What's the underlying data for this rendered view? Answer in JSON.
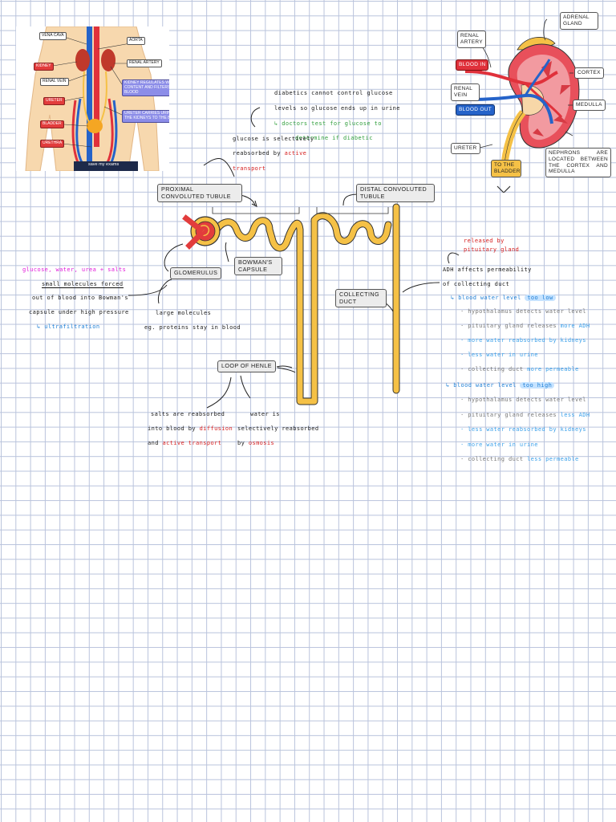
{
  "body_diagram": {
    "labels": {
      "vena_cava": "VENA CAVA",
      "aorta": "AORTA",
      "kidney": "KIDNEY",
      "renal_artery": "RENAL ARTERY",
      "renal_vein": "RENAL VEIN",
      "ureter": "URETER",
      "bladder": "BLADDER",
      "urethra": "URETHRA",
      "kidney_note": "KIDNEY REGULATES WATER CONTENT AND FILTERS BLOOD",
      "ureter_note": "URETER CARRIES URINE FROM THE KIDNEYS TO THE BLADDER",
      "watermark": "save my exams"
    }
  },
  "kidney_diagram": {
    "labels": {
      "adrenal_gland": "ADRENAL GLAND",
      "renal_artery": "RENAL ARTERY",
      "blood_in": "BLOOD IN",
      "renal_vein": "RENAL VEIN",
      "blood_out": "BLOOD OUT",
      "cortex": "CORTEX",
      "medulla": "MEDULLA",
      "ureter": "URETER",
      "to_bladder": "TO THE BLADDER",
      "nephrons": "NEPHRONS ARE LOCATED BETWEEN THE CORTEX AND MEDULLA"
    }
  },
  "nephron": {
    "labels": {
      "pct": "PROXIMAL CONVOLUTED TUBULE",
      "dct": "DISTAL CONVOLUTED TUBULE",
      "bowmans": "BOWMAN'S CAPSULE",
      "glomerulus": "GLOMERULUS",
      "collecting_duct": "COLLECTING DUCT",
      "loop": "LOOP OF HENLE"
    }
  },
  "notes": {
    "diabetics": {
      "line1": "diabetics cannot control glucose",
      "line2": "levels so glucose ends up in urine",
      "line3_arrow": "↳",
      "line3": "doctors test for glucose to",
      "line4": "determine if diabetic"
    },
    "pct": {
      "l1": "glucose is selectively",
      "l2a": "reabsorbed by ",
      "l2b": "active",
      "l3": "transport"
    },
    "glomerulus": {
      "l1": "glucose, water, urea + salts",
      "l2": "small molecules forced",
      "l3": "out of blood into Bowman's",
      "l4": "capsule under high pressure",
      "l5_arrow": "↳",
      "l5": "ultrafiltration",
      "large1": "large molecules",
      "large2": "eg. proteins stay in blood"
    },
    "adh": {
      "released1": "released by",
      "released2": "pituitary gland",
      "l1": "ADH affects permeability",
      "l2": "of collecting duct",
      "low_arrow": "↳",
      "low_a": "blood water level ",
      "low_b": "too low",
      "low_items": [
        {
          "a": "· hypothalamus detects water level",
          "b": ""
        },
        {
          "a": "· pituitary gland releases ",
          "b": "more ADH"
        },
        {
          "a": "· more water reabsorbed by kidneys",
          "b": ""
        },
        {
          "a": "· less water in urine",
          "b": ""
        },
        {
          "a": "· collecting duct ",
          "b": "more permeable"
        }
      ],
      "high_arrow": "↳",
      "high_a": "blood water level ",
      "high_b": "too high",
      "high_items": [
        {
          "a": "· hypothalamus detects water level",
          "b": ""
        },
        {
          "a": "· pituitary gland releases ",
          "b": "less ADH"
        },
        {
          "a": "· less water reabsorbed by kidneys",
          "b": ""
        },
        {
          "a": "· more water in urine",
          "b": ""
        },
        {
          "a": "· collecting duct ",
          "b": "less permeable"
        }
      ]
    },
    "loop": {
      "s1": "salts are reabsorbed",
      "s2a": "into blood by ",
      "s2b": "diffusion",
      "s3a": "and ",
      "s3b": "active transport",
      "w1": "water is",
      "w2": "selectively reabsorbed",
      "w3a": "by ",
      "w3b": "osmosis"
    }
  },
  "colors": {
    "tubule": "#f5c146",
    "artery": "#e0313b",
    "vein": "#2563c9",
    "skin": "#f7d8ae"
  }
}
